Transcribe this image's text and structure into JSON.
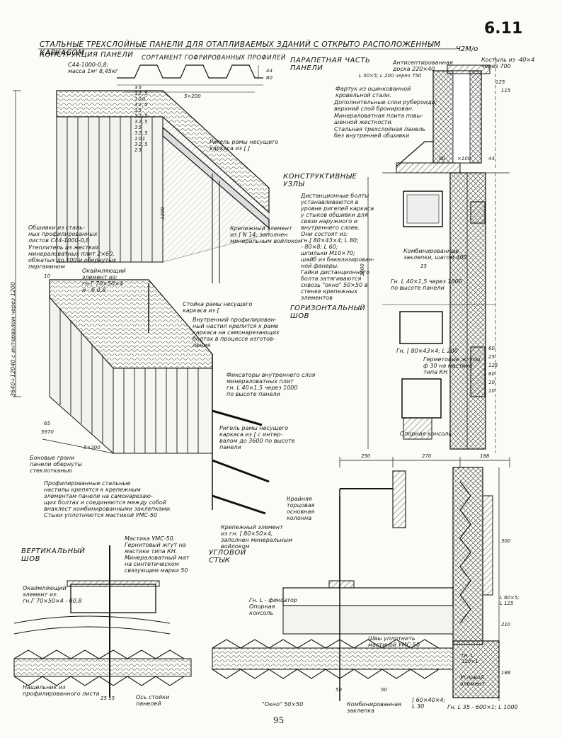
{
  "sheet_number": "6.11",
  "page_number": "95",
  "stamp": "Ч2М/о",
  "title": "СТАЛЬНЫЕ ТРЕХСЛОЙНЫЕ ПАНЕЛИ ДЛЯ ОТАПЛИВАЕМЫХ ЗДАНИЙ С ОТКРЫТО РАСПОЛОЖЕННЫМ КАРКАСОМ",
  "sections": {
    "panel_construction": "КОНСТРУКЦИЯ ПАНЕЛИ",
    "profile_range": "СОРТАМЕНТ ГОФРИРОВАННЫХ ПРОФИЛЕЙ",
    "parapet": "ПАРАПЕТНАЯ ЧАСТЬ\nПАНЕЛИ",
    "structural_nodes": "КОНСТРУКТИВНЫЕ\nУЗЛЫ",
    "horizontal_seam": "ГОРИЗОНТАЛЬНЫЙ\nШОВ",
    "vertical_seam": "ВЕРТИКАЛЬНЫЙ\nШОВ",
    "corner_joint": "УГЛОВОЙ\nСТЫК"
  },
  "profile": {
    "spec": "С44-1000-0,8;\nмасса 1м² 8,45кг",
    "dims_top": [
      "35",
      "32,5",
      "100",
      "32,5",
      "35",
      "32,5",
      "32,5",
      "35",
      "32,5",
      "101",
      "32,5",
      "23"
    ],
    "height": "44",
    "height_side": "80",
    "total": "5×200"
  },
  "labels": {
    "rigel_top": "Ригель рамы несущего\nкаркаса из [ ]",
    "fastening_element": "Крепежный элемент\nиз [ N 14; заполнен\nминеральным войлоком",
    "sheathing": "Обшивки из сталь-\nных профилированных\nлистов С44-1000-0,8",
    "insulation": "Утеплитель из жестких\nминераловатных плит 2×60,\nобжатых до 100 и обернутых\nпергамином",
    "edging": "Окаймляющий\nэлемент из:\nгн.Г 70×50×4\nи - б 0,8",
    "column": "Стойка рамы несущего\nкаркаса из [",
    "inner_sheet": "Внутренний профилирован-\nный настил крепится к раме\nкаркаса на самонарезающих\nболтах в процессе изготов-\nления",
    "fixators": "Фиксаторы внутреннего слоя\nминераловатных плит\nгн. L 40×1,5  через 1000\nпо высоте панели",
    "rigel_bottom": "Ригель рамы несущего\nкаркаса из [ с интер-\nвалом до 3600 по высоте\nпанели",
    "side_edges": "Боковые грани\nпанели обернуты\nстеклотканью",
    "profiled_sheets": "Профилированные стальные\nнастилы крепятся к крепежным\nэлементам панели на самонарезаю-\nщих болтах и соединяются между собой\nвнахлест комбинированными заклепками.\nСтыки уплотняются мастикой  УМС-50",
    "fastening_element_2": "Крепежный элемент\nиз гн. [ 80×50×4,\nзаполнен минеральным\nвойлоком",
    "height_dim": "3640÷12040 с интервалом  через 1200",
    "width_dim_a": "5970",
    "width_dim_b": "5×200",
    "width_dim_c": "65",
    "dim_10": "10",
    "dim_1200": "1200",
    "antiseptic_board": "Антисептированная\nдоска 220×40",
    "angle_500": "L 50×5; L 200  через 750",
    "bracket": "Костыль из -40×4\nчерез 700",
    "apron": "Фартук из оцинкованной\nкровельной стали.",
    "ruberoid": "Дополнительные слои рубероида;\nверхний слой бронирован.",
    "mineral_plate": "Минераловатная плита повы-\nшенной жесткости.",
    "three_layer_panel": "Стальная трехслойная панель\nбез внутренней обшивки",
    "parapet_dims": [
      "80",
      "×100",
      "44",
      "125",
      "115"
    ],
    "spacer_bolts": "Дистанционные болты\nустанавливаются в\nуровне ригелей каркаса\nу стыков обшивки для\nсвязи наружного и\nвнутреннего слоев.\nОни состоят из:\nгн.[ 80×43×4; L 80;\n- 80×8; L 60;\nшпильки M10×70;\nшайб из бакелизирован-\nной фанеры.\nГайки дистанционного\nболта затягиваются\nсквозь \"окно\" 50×50 в\nстенке крепежных\nэлементов",
    "combined_rivets": "Комбинированные\nзаклепки, шагом 400",
    "angle_40": "Гн. L 40×1,5 через 1000\nпо высоте панели",
    "dim_3600": "3600",
    "dim_25": "25",
    "angle_80": "Гн. [ 80×43×4; L 200",
    "hermetic": "Герметовые жгуты\nф 30 на мастике\nтипа КН",
    "support_bracket": "Опорная консоль",
    "hs_dims": [
      "60",
      "25",
      "125",
      "60",
      "10",
      "10"
    ],
    "top_dims": [
      "250",
      "270",
      "188"
    ],
    "extreme_column": "Крайняя\nторцовая\nосновная\nколонна",
    "dim_500": "500",
    "dim_210": "210",
    "dim_188": "188",
    "dim_60x5": "L 60×5;\nL 125",
    "mastic": "Мастика УМС-50.\nГернитовый жгут на\nмастике типа КН.\nМинераловатный мат\nна синтетическом\nсвязующем марки 50",
    "edging_2": "Окаймляющий\nэлемент из:\nгн.Г 70×50×4 - б0,8",
    "drip": "Нащельник из\nпрофилированного листа",
    "dims_25": "25   15",
    "axis": "Ось стойки\nпанелей",
    "fixator_corner": "Гн. L - фиксатор\nОпорная\nконсоль",
    "seam_mastic": "Швы уплотнить\nмастикой УМС-50",
    "window": "\"Окно\" 50×50",
    "combined_rivet": "Комбинированная\nзаклепка",
    "angle_60": "[ 60×40×4;\nL 30",
    "angle_l": "Гн. L 35 - 600×1; L 1000",
    "angle_120": "Гн. L\n120×1",
    "corner_element": "Угловой\nэлемент",
    "dim_50a": "50",
    "dim_50b": "50"
  },
  "colors": {
    "ink": "#1a1a1a",
    "paper": "#fbfbf8"
  }
}
